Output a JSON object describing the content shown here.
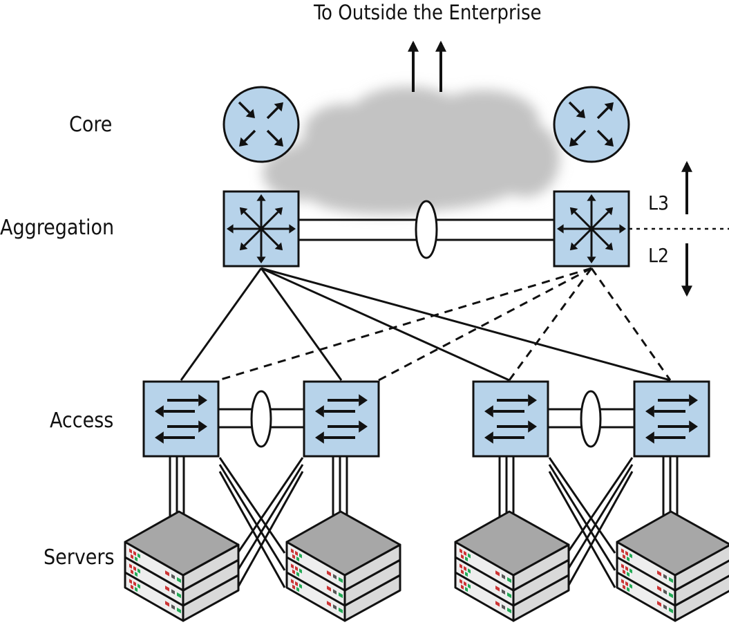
{
  "diagram": {
    "title": "To Outside the Enterprise",
    "tiers": {
      "core": "Core",
      "aggregation": "Aggregation",
      "access": "Access",
      "servers": "Servers"
    },
    "layers": {
      "upper": "L3",
      "lower": "L2"
    }
  },
  "colors": {
    "device_fill": "#b7d3ea",
    "stroke": "#111111",
    "cloud": "#c3c3c3",
    "server_top": "#a7a7a7",
    "server_face": "#eeeeee",
    "led_red": "#cc3333",
    "led_green": "#22aa55"
  }
}
